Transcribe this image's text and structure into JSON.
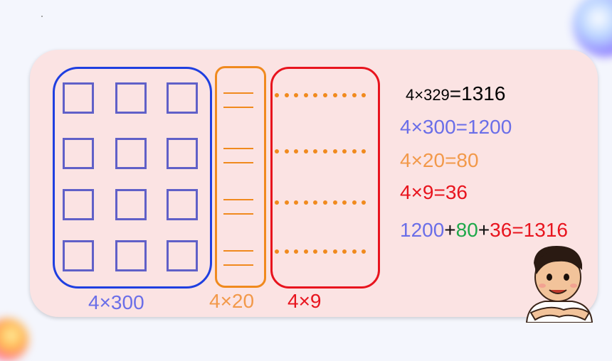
{
  "labels": {
    "hundreds": "4×300",
    "tens": "4×20",
    "ones": "4×9"
  },
  "equations": {
    "total_a": "4×329",
    "total_b": "=1316",
    "hundreds": "4×300=1200",
    "tens": "4×20=80",
    "ones": "4×9=36",
    "sum": {
      "part1": "1200",
      "plus1": "+",
      "part2": "80",
      "plus2": "+",
      "part3": "36=1316"
    }
  },
  "colors": {
    "hundreds": "#1f3fe0",
    "tens": "#f08a1e",
    "ones": "#e8141e",
    "green": "#1ea84a"
  },
  "counts": {
    "square_rows": 4,
    "square_cols": 3,
    "stick_rows": 4,
    "sticks_per_row": 2,
    "dot_rows": 4,
    "dots_per_row": 10
  }
}
